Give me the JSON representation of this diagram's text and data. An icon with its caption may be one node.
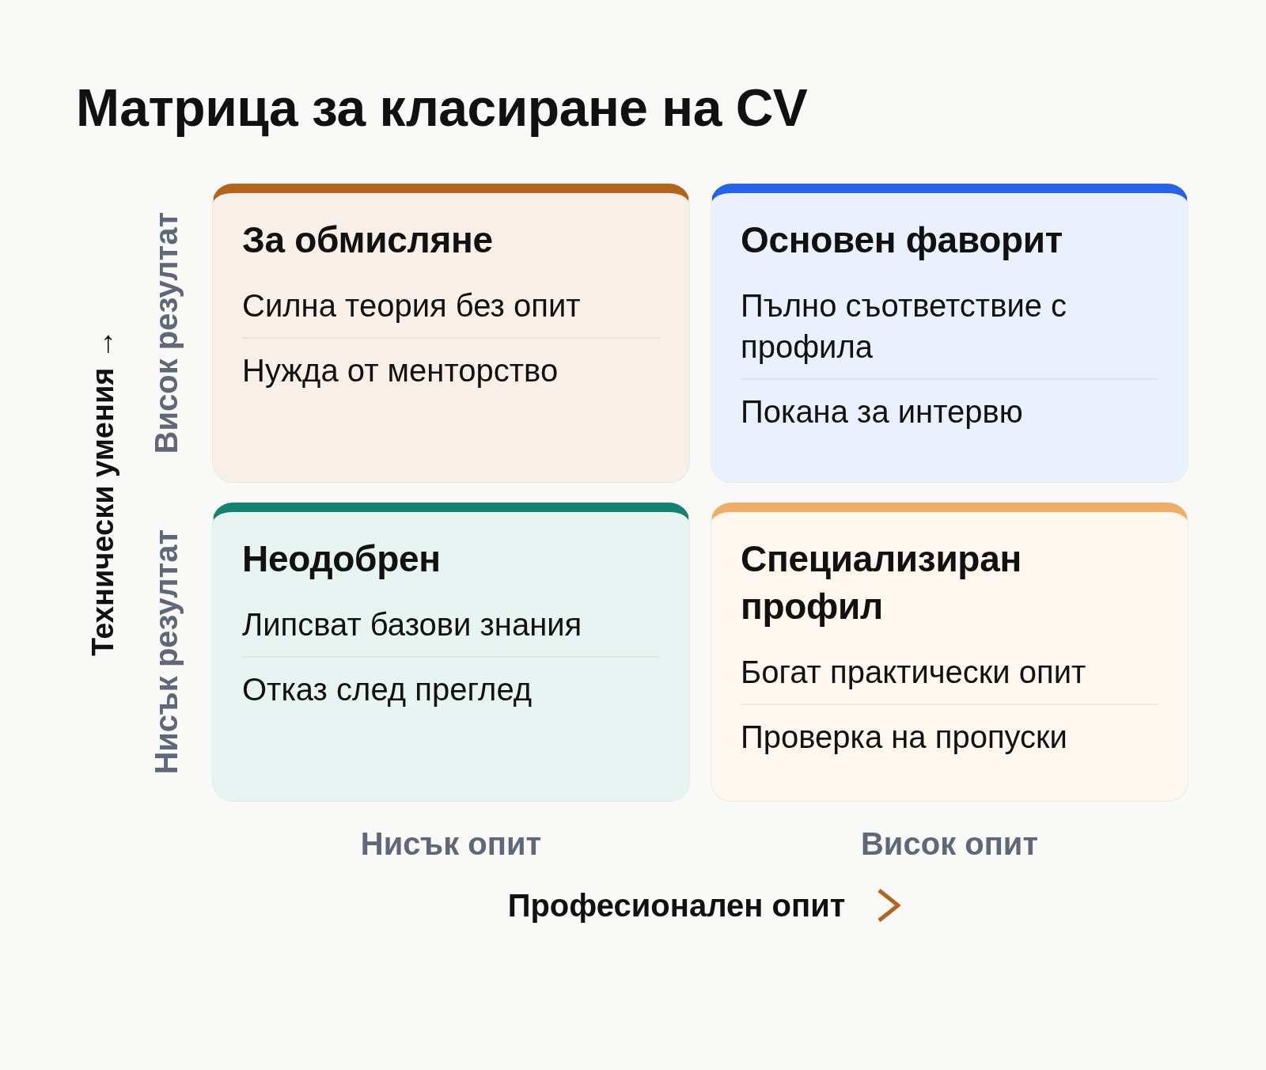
{
  "diagram": {
    "title": "Матрица за класиране на CV",
    "nodes": [
      {
        "text": [
          "За обмисляне",
          "Силна теория без опит",
          "Нужда от менторство"
        ]
      },
      {
        "text": [
          "Основен фаворит",
          "Пълно съответствие с профила",
          "Покана за интервю"
        ]
      },
      {
        "text": [
          "Неодобрен",
          "Липсват базови знания",
          "Отказ след преглед"
        ]
      },
      {
        "text": [
          "Специализиран профил",
          "Богат практически опит",
          "Проверка на пропуски"
        ]
      }
    ],
    "labels": [
      "Технически умения →",
      "Висок резултат",
      "Нисък резултат",
      "Нисък опит",
      "Висок опит",
      "Професионален опит"
    ]
  }
}
